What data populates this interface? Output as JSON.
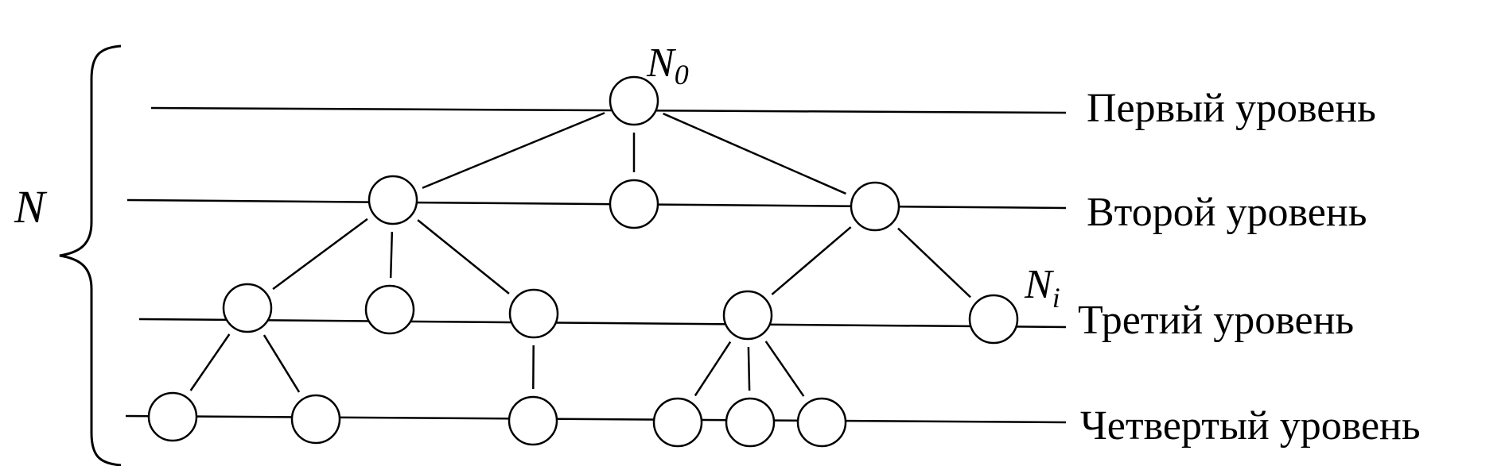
{
  "diagram": {
    "set_label": "N",
    "root_label": {
      "base": "N",
      "sub": "0"
    },
    "node_label": {
      "base": "N",
      "sub": "i"
    },
    "levels": [
      {
        "id": "level-1",
        "label": "Первый уровень"
      },
      {
        "id": "level-2",
        "label": "Второй уровень"
      },
      {
        "id": "level-3",
        "label": "Третий уровень"
      },
      {
        "id": "level-4",
        "label": "Четвертый уровень"
      }
    ],
    "nodes": [
      {
        "id": "root",
        "level": 1
      },
      {
        "id": "l2-left",
        "level": 2
      },
      {
        "id": "l2-middle",
        "level": 2
      },
      {
        "id": "l2-right",
        "level": 2
      },
      {
        "id": "l3-a",
        "level": 3
      },
      {
        "id": "l3-b",
        "level": 3
      },
      {
        "id": "l3-c",
        "level": 3
      },
      {
        "id": "l3-d",
        "level": 3
      },
      {
        "id": "l3-e",
        "level": 3
      },
      {
        "id": "l4-a",
        "level": 4
      },
      {
        "id": "l4-b",
        "level": 4
      },
      {
        "id": "l4-c",
        "level": 4
      },
      {
        "id": "l4-d",
        "level": 4
      },
      {
        "id": "l4-e",
        "level": 4
      },
      {
        "id": "l4-f",
        "level": 4
      }
    ],
    "edges": [
      [
        "root",
        "l2-left"
      ],
      [
        "root",
        "l2-middle"
      ],
      [
        "root",
        "l2-right"
      ],
      [
        "l2-left",
        "l3-a"
      ],
      [
        "l2-left",
        "l3-b"
      ],
      [
        "l2-left",
        "l3-c"
      ],
      [
        "l2-right",
        "l3-d"
      ],
      [
        "l2-right",
        "l3-e"
      ],
      [
        "l3-a",
        "l4-a"
      ],
      [
        "l3-a",
        "l4-b"
      ],
      [
        "l3-c",
        "l4-c"
      ],
      [
        "l3-d",
        "l4-d"
      ],
      [
        "l3-d",
        "l4-e"
      ],
      [
        "l3-d",
        "l4-f"
      ]
    ]
  }
}
